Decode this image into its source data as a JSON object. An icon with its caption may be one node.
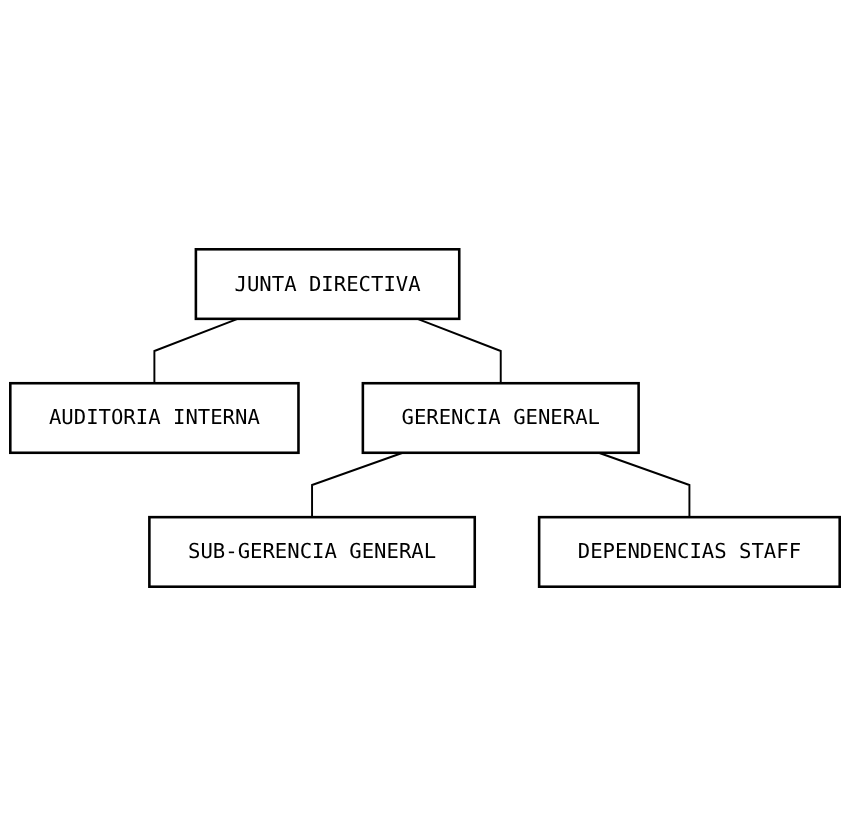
{
  "diagram": {
    "nodes": [
      {
        "text": [
          "JUNTA DIRECTIVA"
        ]
      },
      {
        "text": [
          "AUDITORIA INTERNA"
        ]
      },
      {
        "text": [
          "GERENCIA GENERAL"
        ]
      },
      {
        "text": [
          "DEPENDENCIAS STAFF"
        ]
      },
      {
        "text": [
          "SUB-GERENCIA GENERAL"
        ]
      }
    ],
    "edges": [
      {
        "from": 0,
        "to": 2,
        "arrow": "none"
      },
      {
        "from": 0,
        "to": 1,
        "arrow": "none"
      },
      {
        "from": 2,
        "to": 4,
        "arrow": "none"
      },
      {
        "from": 2,
        "to": 3,
        "arrow": "none"
      }
    ]
  }
}
